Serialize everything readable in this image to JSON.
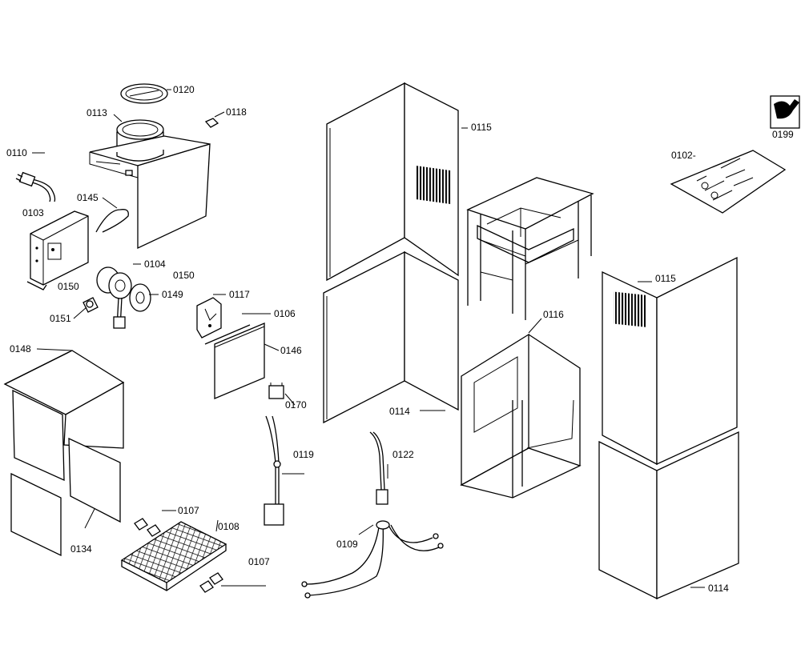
{
  "diagram": {
    "part_labels": [
      "0120",
      "0113",
      "0118",
      "0110",
      "0145",
      "0103",
      "0104",
      "0150",
      "0150",
      "0149",
      "0151",
      "0117",
      "0106",
      "0146",
      "0148",
      "0170",
      "0119",
      "0107",
      "0108",
      "0134",
      "0107",
      "0115",
      "0116",
      "0114",
      "0122",
      "0109",
      "0115",
      "0114",
      "0102-",
      "0199"
    ]
  }
}
